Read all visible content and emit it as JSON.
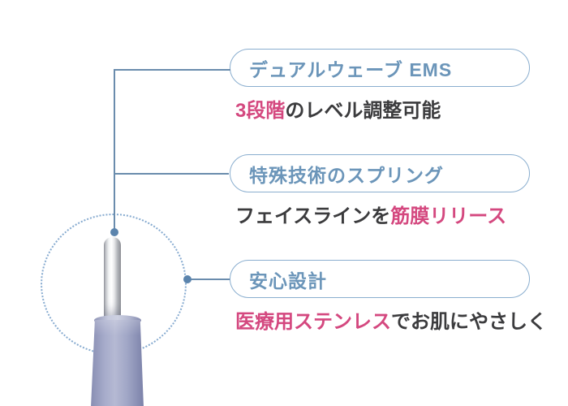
{
  "colors": {
    "background": "#ffffff",
    "accent_blue": "#6a8cad",
    "dot_blue": "#5b84ad",
    "pill_border": "#8aaecf",
    "pill_text": "#6b95b9",
    "highlight_pink": "#d4487f",
    "text_dark": "#3b3b3d",
    "dotted_circle": "#87abd0"
  },
  "features": [
    {
      "label": "デュアルウェーブ EMS",
      "description": [
        {
          "text": "3段階",
          "highlight": true
        },
        {
          "text": "のレベル調整可能",
          "highlight": false
        }
      ]
    },
    {
      "label": "特殊技術のスプリング",
      "description": [
        {
          "text": "フェイスラインを",
          "highlight": false
        },
        {
          "text": "筋膜リリース",
          "highlight": true
        }
      ]
    },
    {
      "label": "安心設計",
      "description": [
        {
          "text": "医療用ステンレス",
          "highlight": true
        },
        {
          "text": "でお肌にやさしく",
          "highlight": false
        }
      ]
    }
  ]
}
